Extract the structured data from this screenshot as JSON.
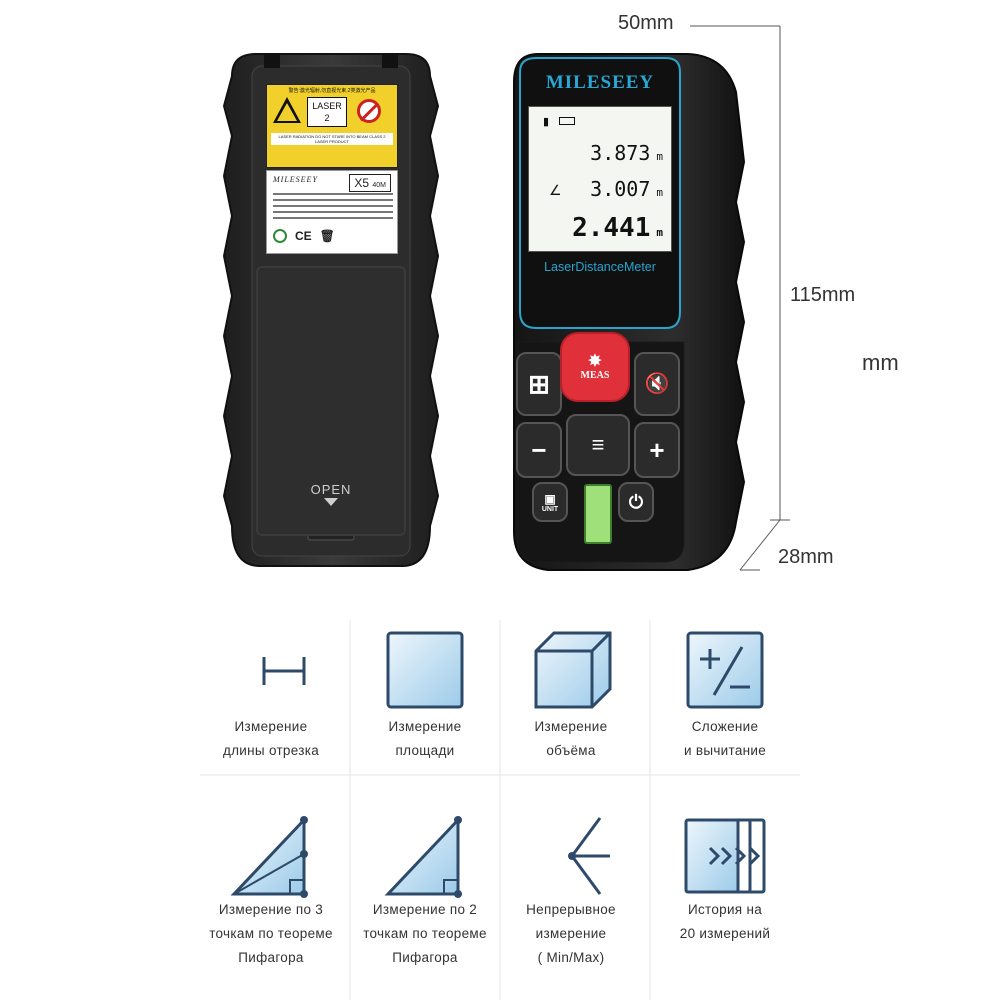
{
  "device_back": {
    "warning": {
      "header": "警告:激光辐射,勿直视光束,2类激光产品",
      "laser_class_word": "LASER",
      "laser_class_num": "2",
      "fine_print": "LASER RADIATION DO NOT STARE INTO BEAM CLASS 2 LASER PRODUCT"
    },
    "brand": "MILESEEY",
    "model": "X5",
    "model_range": "40M",
    "certifications": [
      "CE"
    ],
    "open_label": "OPEN"
  },
  "device_front": {
    "brand": "MILESEEY",
    "readings": [
      "3.873",
      "3.007",
      "2.441"
    ],
    "unit": "m",
    "model_text": "LaserDistanceMeter",
    "meas_label": "MEAS",
    "unit_label": "UNIT"
  },
  "dimensions": {
    "width": "50mm",
    "height": "115mm",
    "depth": "28mm",
    "extra": "mm"
  },
  "features": [
    {
      "icon": "segment-length-icon",
      "line1": "Измерение",
      "line2": "длины отрезка"
    },
    {
      "icon": "area-square-icon",
      "line1": "Измерение",
      "line2": "площади"
    },
    {
      "icon": "volume-cube-icon",
      "line1": "Измерение",
      "line2": "объёма"
    },
    {
      "icon": "plus-minus-icon",
      "line1": "Сложение",
      "line2": "и вычитание"
    },
    {
      "icon": "pythagoras-3pt-icon",
      "line1": "Измерение по 3",
      "line2": "точкам по теореме",
      "line3": "Пифагора"
    },
    {
      "icon": "pythagoras-2pt-icon",
      "line1": "Измерение по 2",
      "line2": "точкам по теореме",
      "line3": "Пифагора"
    },
    {
      "icon": "continuous-measure-icon",
      "line1": "Непрерывное",
      "line2": "измерение",
      "line3": "( Min/Max)"
    },
    {
      "icon": "history-icon",
      "line1": "История на",
      "line2": "20 измерений"
    }
  ]
}
